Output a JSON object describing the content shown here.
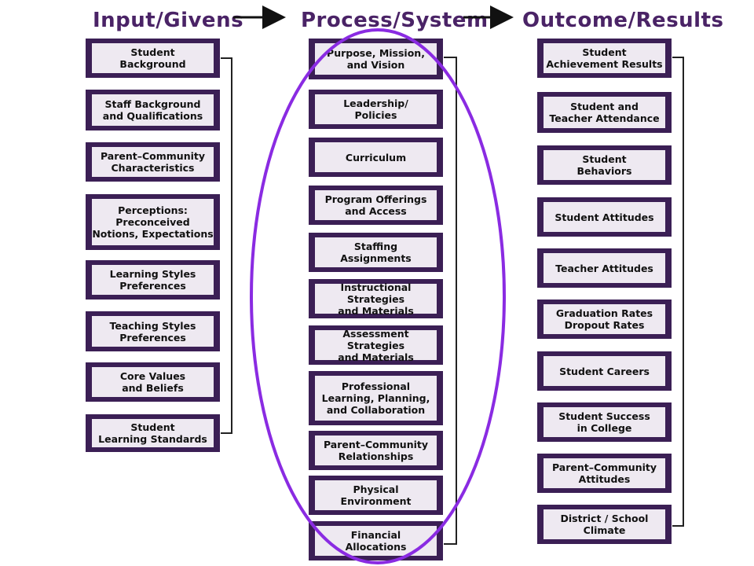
{
  "headers": {
    "input": "Input/Givens",
    "process": "Process/System",
    "outcome": "Outcome/Results"
  },
  "input_items": [
    "Student\nBackground",
    "Staff Background\nand Qualifications",
    "Parent–Community\nCharacteristics",
    "Perceptions:\nPreconceived\nNotions, Expectations",
    "Learning Styles\nPreferences",
    "Teaching Styles\nPreferences",
    "Core Values\nand Beliefs",
    "Student\nLearning Standards"
  ],
  "process_items": [
    "Purpose, Mission,\nand Vision",
    "Leadership/\nPolicies",
    "Curriculum",
    "Program Offerings\nand Access",
    "Staffing\nAssignments",
    "Instructional Strategies\nand Materials",
    "Assessment Strategies\nand Materials",
    "Professional\nLearning, Planning,\nand Collaboration",
    "Parent–Community\nRelationships",
    "Physical\nEnvironment",
    "Financial\nAllocations"
  ],
  "outcome_items": [
    "Student\nAchievement Results",
    "Student and\nTeacher Attendance",
    "Student\nBehaviors",
    "Student Attitudes",
    "Teacher Attitudes",
    "Graduation Rates\nDropout Rates",
    "Student Careers",
    "Student Success\nin College",
    "Parent–Community\nAttitudes",
    "District / School\nClimate"
  ],
  "colors": {
    "box_border": "#3b1f55",
    "box_fill": "#eee9f1",
    "header_text": "#4a2366",
    "highlight_ellipse": "#8a2be2"
  }
}
